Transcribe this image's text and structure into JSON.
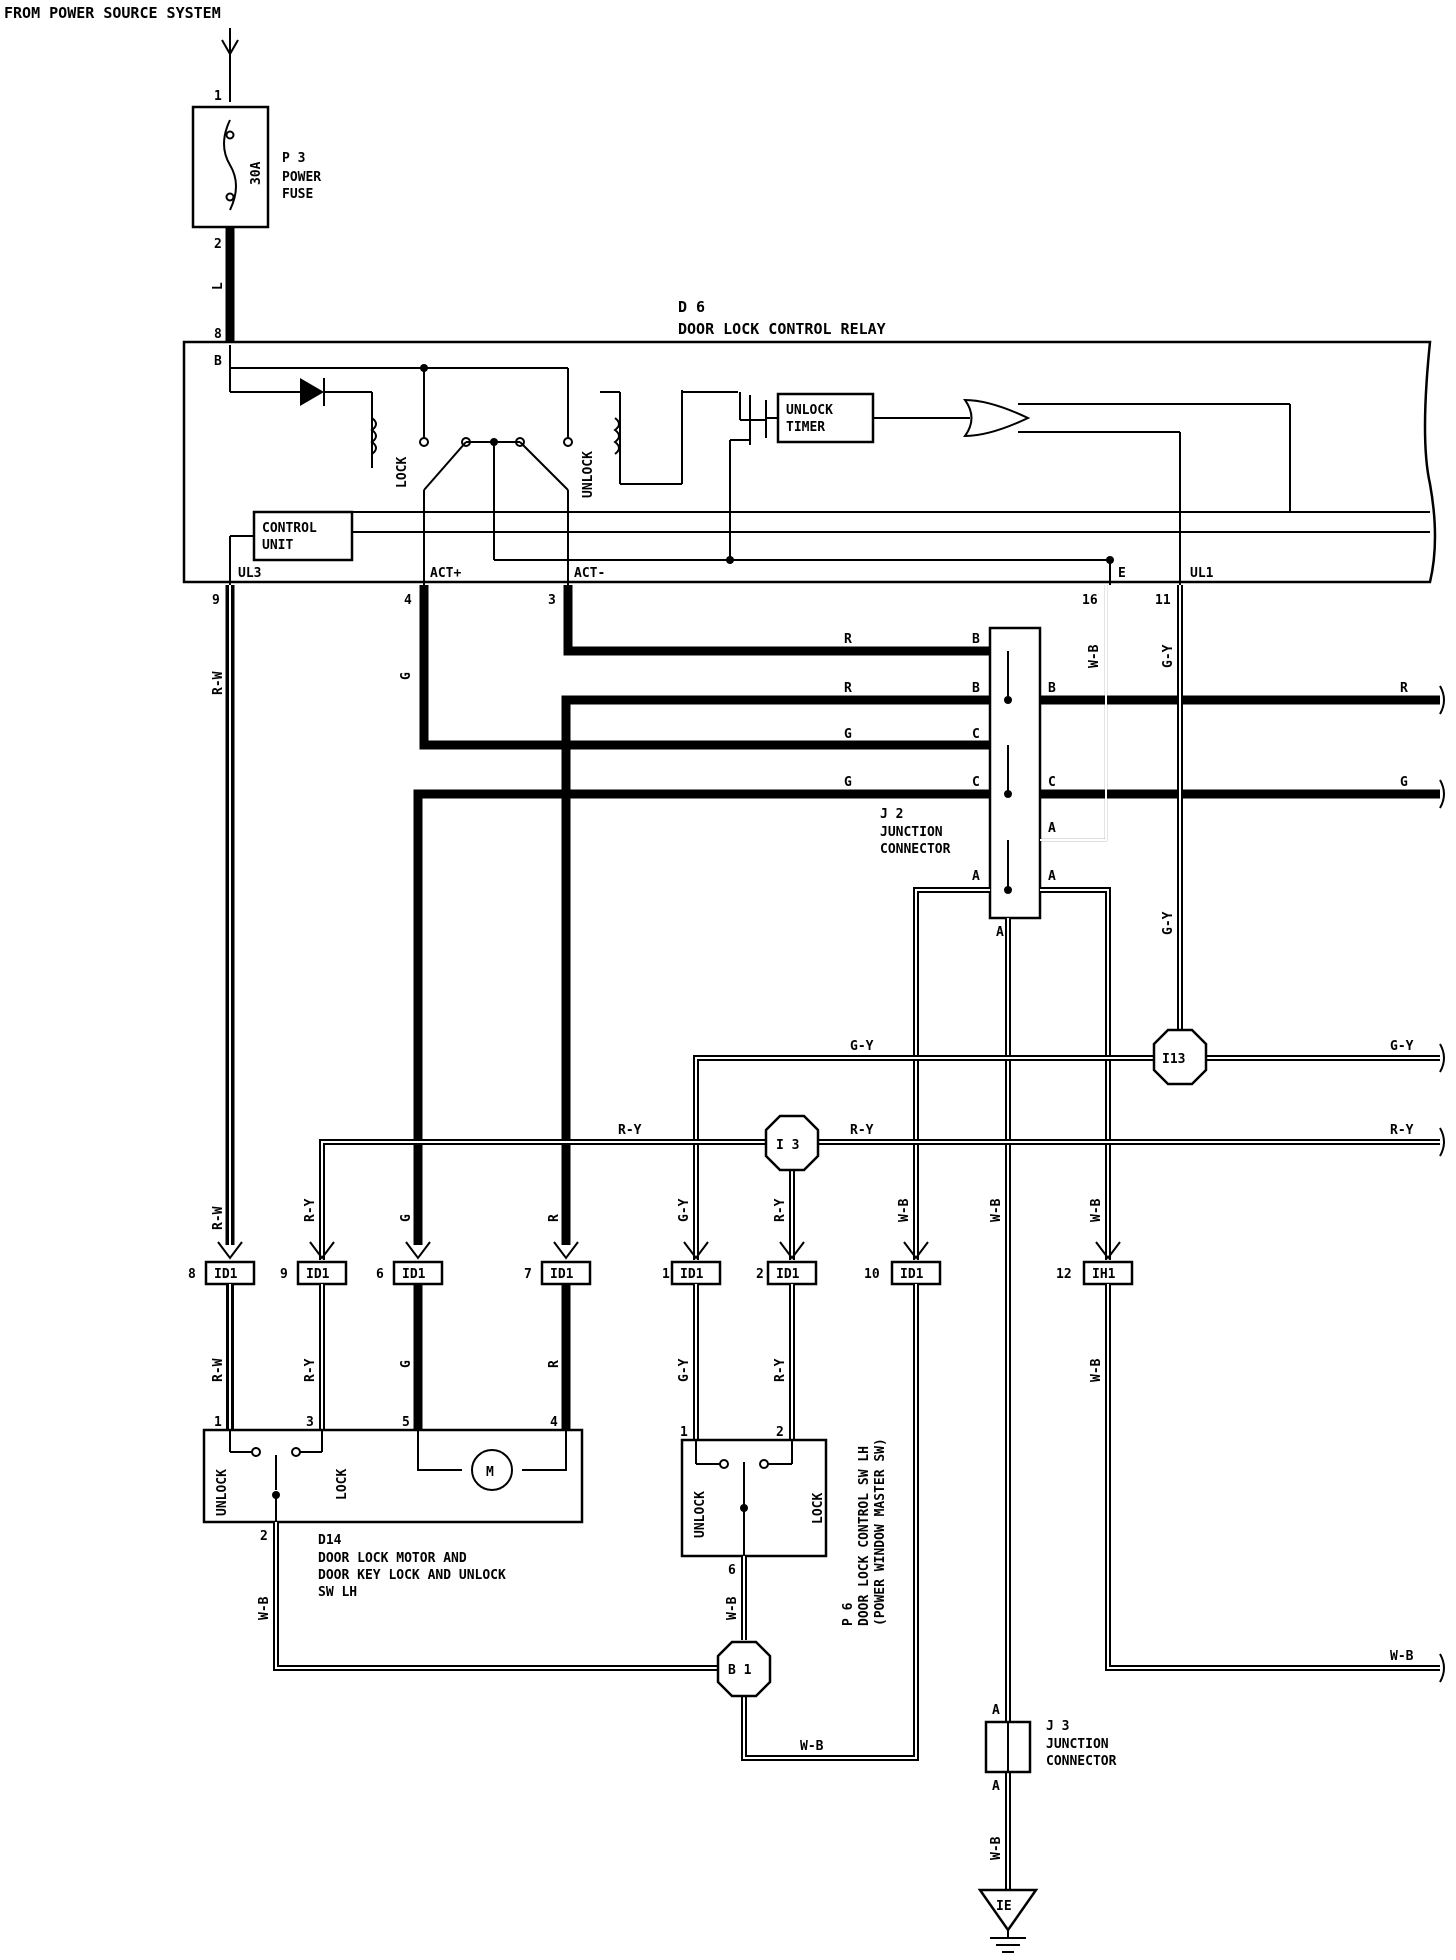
{
  "header": "FROM POWER SOURCE SYSTEM",
  "fuse": {
    "code": "P 3",
    "name1": "POWER",
    "name2": "FUSE",
    "rating": "30A",
    "pin_top": "1",
    "pin_bottom": "2"
  },
  "relay": {
    "code": "D 6",
    "name": "DOOR LOCK CONTROL RELAY",
    "timer1": "UNLOCK",
    "timer2": "TIMER",
    "control1": "CONTROL",
    "control2": "UNIT",
    "lock": "LOCK",
    "unlock": "UNLOCK",
    "pin_b": "B",
    "pin_b_num": "8"
  },
  "terminals": {
    "ul3": "UL3",
    "actp": "ACT+",
    "actm": "ACT-",
    "e": "E",
    "ul1": "UL1",
    "n9": "9",
    "n4": "4",
    "n3": "3",
    "n16": "16",
    "n11": "11"
  },
  "wires": {
    "L": "L",
    "RW": "R-W",
    "G": "G",
    "R": "R",
    "WB": "W-B",
    "GY": "G-Y",
    "RY": "R-Y"
  },
  "j2": {
    "code": "J 2",
    "name1": "JUNCTION",
    "name2": "CONNECTOR",
    "B": "B",
    "C": "C",
    "A": "A"
  },
  "j3": {
    "code": "J 3",
    "name1": "JUNCTION",
    "name2": "CONNECTOR",
    "A": "A"
  },
  "splices": {
    "i13": "I13",
    "i3": "I 3",
    "b1": "B 1",
    "ie": "IE"
  },
  "connectors": {
    "id1": "ID1",
    "ih1": "IH1",
    "n8": "8",
    "n9": "9",
    "n6": "6",
    "n7": "7",
    "n1": "1",
    "n2": "2",
    "n10": "10",
    "n12": "12"
  },
  "d14": {
    "code": "D14",
    "line1": "DOOR LOCK MOTOR AND",
    "line2": "DOOR KEY LOCK AND UNLOCK",
    "line3": "SW LH",
    "unlock": "UNLOCK",
    "lock": "LOCK",
    "motor": "M",
    "p1": "1",
    "p3": "3",
    "p5": "5",
    "p4": "4",
    "p2": "2"
  },
  "p6": {
    "code": "P 6",
    "line1": "DOOR LOCK CONTROL SW LH",
    "line2": "(POWER WINDOW MASTER SW)",
    "unlock": "UNLOCK",
    "lock": "LOCK",
    "p1": "1",
    "p2": "2",
    "p6": "6"
  }
}
